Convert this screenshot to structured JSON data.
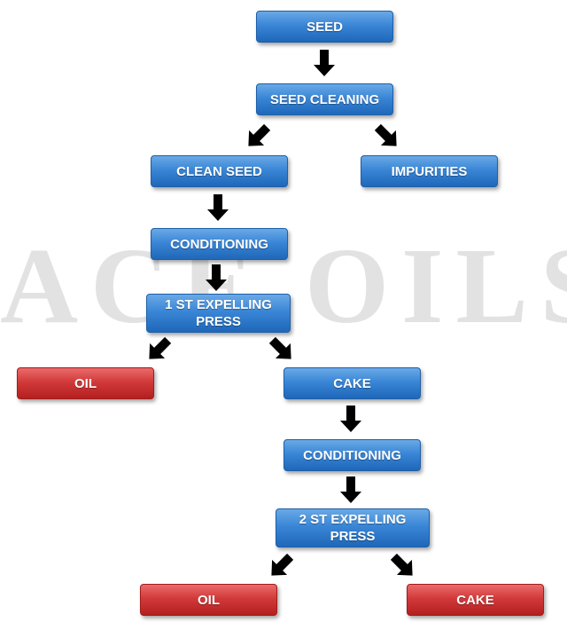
{
  "watermark": "ACE OILS",
  "nodes": {
    "seed": "SEED",
    "seed_cleaning": "SEED CLEANING",
    "clean_seed": "CLEAN SEED",
    "impurities": "IMPURITIES",
    "conditioning_1": "CONDITIONING",
    "expelling_press_1": "1 ST EXPELLING PRESS",
    "oil_1": "OIL",
    "cake_1": "CAKE",
    "conditioning_2": "CONDITIONING",
    "expelling_press_2": "2 ST EXPELLING PRESS",
    "oil_2": "OIL",
    "cake_2": "CAKE"
  },
  "colors": {
    "process_box": "#3a86d6",
    "output_box": "#d23a3a",
    "watermark": "#d9d9d9"
  }
}
